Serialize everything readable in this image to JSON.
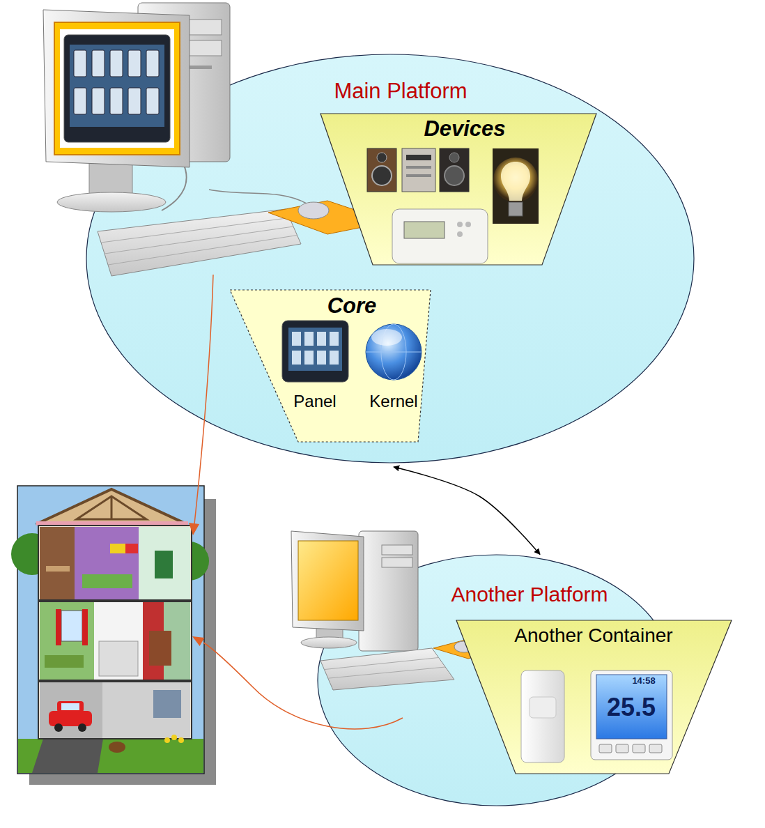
{
  "diagram": {
    "nodes": [
      {
        "text": [
          "Main Platform"
        ]
      },
      {
        "text": [
          "Devices"
        ],
        "in": 0
      },
      {
        "text": [
          "Core"
        ],
        "in": 0
      },
      {
        "text": [
          "Another Platform"
        ]
      },
      {
        "text": [
          "Another Container"
        ],
        "in": 3
      }
    ],
    "edges": [
      {
        "from": 0,
        "to": 3,
        "arrow": "both"
      }
    ],
    "labels": [
      "Panel",
      "Kernel",
      "14:58",
      "25.5"
    ]
  }
}
